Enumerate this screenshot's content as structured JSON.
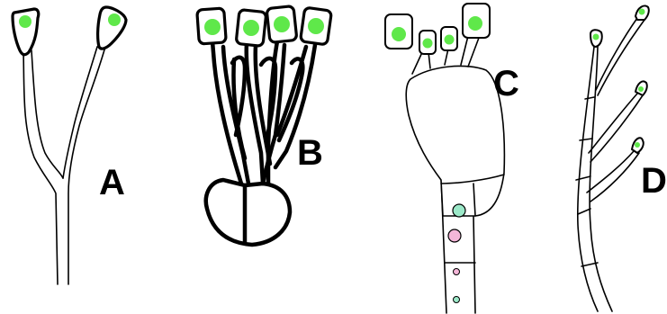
{
  "panels": [
    {
      "id": "A",
      "label": "A"
    },
    {
      "id": "B",
      "label": "B"
    },
    {
      "id": "C",
      "label": "C"
    },
    {
      "id": "D",
      "label": "D"
    }
  ],
  "colors": {
    "cell_green": "#5fe84a",
    "teal": "#9be8c8",
    "pink": "#f4b6d8",
    "outline": "#000000"
  }
}
